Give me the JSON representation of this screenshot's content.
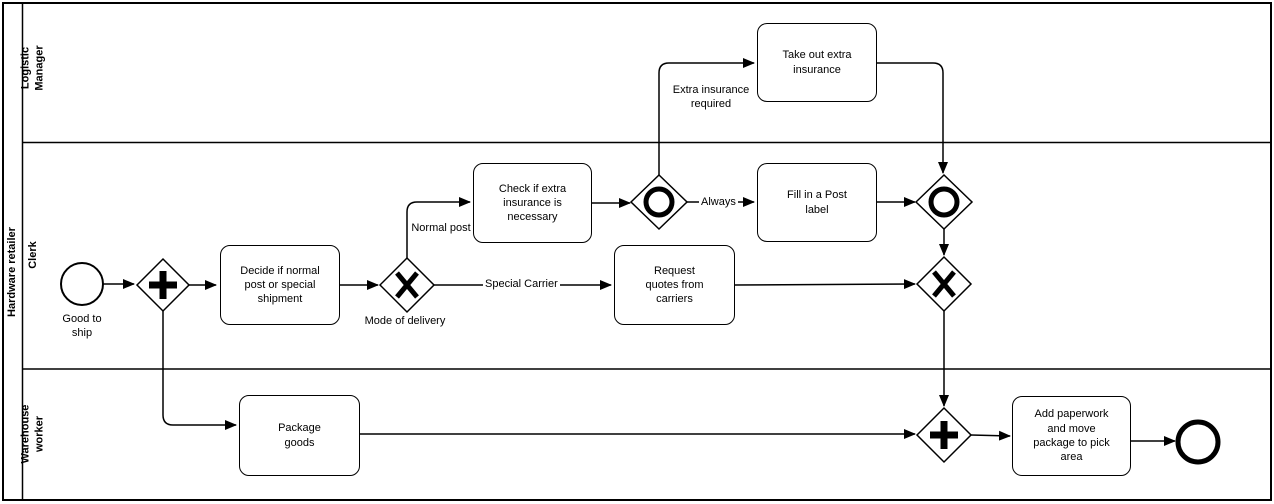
{
  "diagram": {
    "kind": "BPMN process diagram",
    "pool": {
      "label": "Hardware retailer"
    },
    "lanes": [
      {
        "label": "Logistic Manager"
      },
      {
        "label": "Clerk"
      },
      {
        "label": "Warehouse worker"
      }
    ],
    "events": {
      "start": {
        "type": "start-event",
        "label": "Good to ship"
      },
      "end": {
        "type": "end-event"
      }
    },
    "tasks": {
      "decide": "Decide if normal post or special shipment",
      "check": "Check if extra insurance is necessary",
      "takeout": "Take out extra insurance",
      "fill": "Fill in a Post label",
      "request": "Request quotes from carriers",
      "package": "Package goods",
      "addpaper": "Add paperwork and move package to pick area"
    },
    "gateways": {
      "split_parallel": {
        "type": "parallel"
      },
      "mode_of_delivery": {
        "type": "exclusive",
        "label": "Mode of delivery"
      },
      "split_inclusive": {
        "type": "inclusive"
      },
      "join_inclusive": {
        "type": "inclusive"
      },
      "join_exclusive": {
        "type": "exclusive"
      },
      "join_parallel": {
        "type": "parallel"
      }
    },
    "flow_labels": {
      "normal_post": "Normal post",
      "special_carrier": "Special Carrier",
      "always": "Always",
      "extra_insurance_required": "Extra insurance required"
    },
    "colors": {
      "stroke": "#000000",
      "background": "#ffffff"
    }
  }
}
